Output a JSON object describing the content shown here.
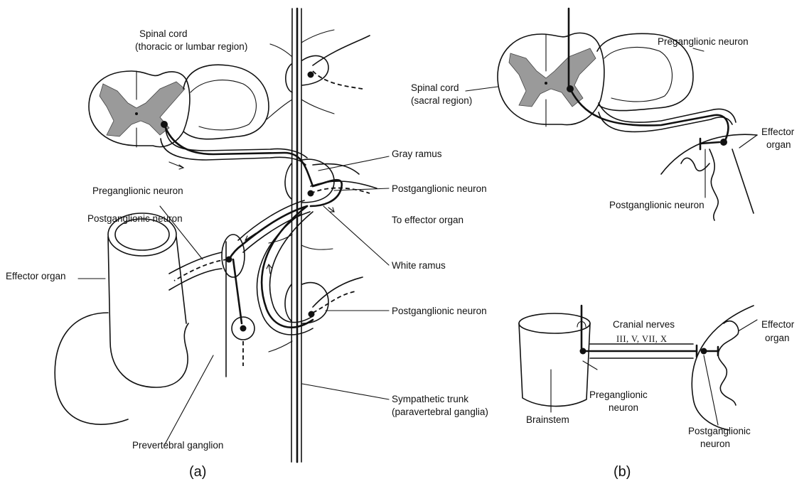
{
  "panel_a": {
    "caption": "(a)",
    "labels": {
      "spinal_cord_line1": "Spinal cord",
      "spinal_cord_line2": "(thoracic or lumbar region)",
      "preganglionic": "Preganglionic neuron",
      "postganglionic_left": "Postganglionic neuron",
      "effector_organ": "Effector organ",
      "prevertebral_ganglion": "Prevertebral ganglion",
      "gray_ramus": "Gray ramus",
      "postganglionic_right_1": "Postganglionic neuron",
      "to_effector": "To effector organ",
      "white_ramus": "White ramus",
      "postganglionic_right_2": "Postganglionic neuron",
      "sympathetic_trunk_line1": "Sympathetic trunk",
      "sympathetic_trunk_line2": "(paravertebral ganglia)"
    }
  },
  "panel_b": {
    "caption": "(b)",
    "labels": {
      "spinal_cord_line1": "Spinal cord",
      "spinal_cord_line2": "(sacral region)",
      "preganglionic": "Preganglionic neuron",
      "effector_line1": "Effector",
      "effector_line2": "organ",
      "postganglionic": "Postganglionic neuron",
      "cranial_line1": "Cranial nerves",
      "cranial_line2": "III, V, VII, X",
      "effector2_line1": "Effector",
      "effector2_line2": "organ",
      "brainstem": "Brainstem",
      "preganglionic2_line1": "Preganglionic",
      "preganglionic2_line2": "neuron",
      "postganglionic2_line1": "Postganglionic",
      "postganglionic2_line2": "neuron"
    }
  }
}
